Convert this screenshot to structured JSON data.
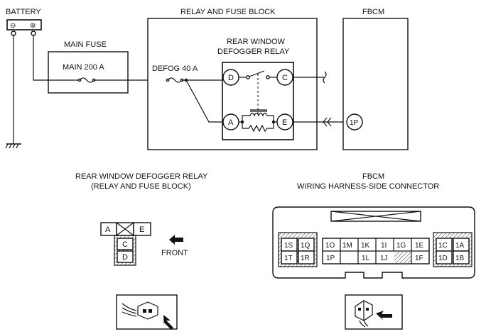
{
  "battery": {
    "label": "BATTERY",
    "neg": "⊖",
    "pos": "⊕"
  },
  "main_fuse": {
    "title": "MAIN FUSE",
    "label": "MAIN 200 A"
  },
  "relay_block": {
    "title": "RELAY AND FUSE BLOCK",
    "fuse": "DEFOG 40 A"
  },
  "relay": {
    "title_line1": "REAR WINDOW",
    "title_line2": "DEFOGGER RELAY"
  },
  "terminals": {
    "d": "D",
    "c": "C",
    "a": "A",
    "e": "E",
    "fbcm_1p": "1P"
  },
  "fbcm": {
    "title": "FBCM"
  },
  "relay_connector": {
    "title_line1": "REAR WINDOW DEFOGGER RELAY",
    "title_line2": "(RELAY AND FUSE BLOCK)",
    "pins": [
      "A",
      "E",
      "C",
      "D"
    ],
    "front_label": "FRONT"
  },
  "fbcm_connector": {
    "title_line1": "FBCM",
    "title_line2": "WIRING HARNESS-SIDE CONNECTOR",
    "left_pins": [
      "1S",
      "1Q",
      "1T",
      "1R"
    ],
    "middle_top": [
      "1O",
      "1M",
      "1K",
      "1I",
      "1G",
      "1E"
    ],
    "middle_bottom": [
      "1P",
      "1L",
      "1J",
      "1F"
    ],
    "right_pins": [
      "1C",
      "1A",
      "1D",
      "1B"
    ]
  }
}
